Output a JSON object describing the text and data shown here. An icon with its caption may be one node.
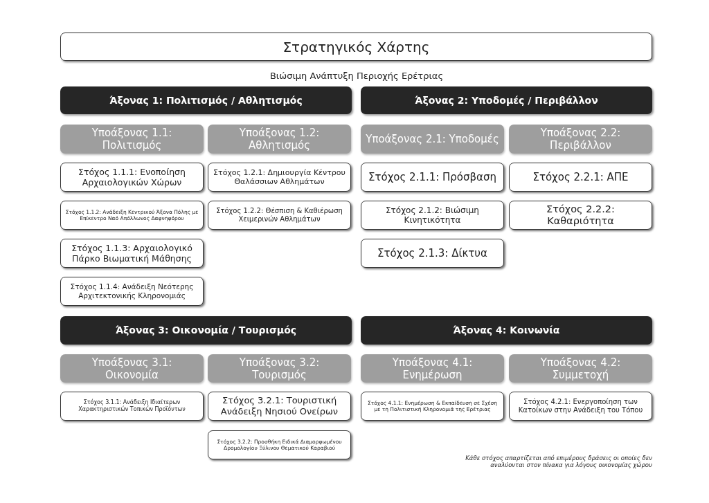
{
  "diagram": {
    "nodes": [
      {
        "text": [
          "Στρατηγικός Χάρτης"
        ]
      },
      {
        "text": [
          "Άξονας 1: Πολιτισμός / Αθλητισμός"
        ]
      },
      {
        "text": [
          "Άξονας 2: Υποδομές / Περιβάλλον"
        ]
      },
      {
        "text": [
          "Υποάξονας 1.1: Πολιτισμός"
        ]
      },
      {
        "text": [
          "Υποάξονας 1.2: Αθλητισμός"
        ]
      },
      {
        "text": [
          "Υποάξονας 2.1: Υποδομές"
        ]
      },
      {
        "text": [
          "Υποάξονας 2.2: Περιβάλλον"
        ]
      },
      {
        "text": [
          "Στόχος 1.1.1: Ενοποίηση Αρχαιολογικών Χώρων"
        ]
      },
      {
        "text": [
          "Στόχος 1.2.1: Δημιουργία Κέντρου Θαλάσσιων Αθλημάτων"
        ]
      },
      {
        "text": [
          "Στόχος 2.1.1: Πρόσβαση"
        ]
      },
      {
        "text": [
          "Στόχος 2.2.1: ΑΠΕ"
        ]
      },
      {
        "text": [
          "Στόχος 1.1.2: Ανάδειξη Κεντρικού Άξονα Πόλης με Επίκεντρο Ναό Απόλλωνος Δαφνηφόρου"
        ]
      },
      {
        "text": [
          "Στόχος 1.2.2: Θέσπιση & Καθιέρωση Χειμερινών Αθλημάτων"
        ]
      },
      {
        "text": [
          "Στόχος 2.1.2: Βιώσιμη Κινητικότητα"
        ]
      },
      {
        "text": [
          "Στόχος 2.2.2: Καθαριότητα"
        ]
      },
      {
        "text": [
          "Στόχος 1.1.3: Αρχαιολογικό Πάρκο Βιωματική Μάθησης"
        ]
      },
      {
        "text": [
          "Στόχος 2.1.3: Δίκτυα"
        ]
      },
      {
        "text": [
          "Στόχος 1.1.4: Ανάδειξη Νεότερης Αρχιτεκτονικής Κληρονομιάς"
        ]
      },
      {
        "text": [
          "Άξονας 3: Οικονομία / Τουρισμός"
        ]
      },
      {
        "text": [
          "Άξονας 4: Κοινωνία"
        ]
      },
      {
        "text": [
          "Υποάξονας 3.1: Οικονομία"
        ]
      },
      {
        "text": [
          "Υποάξονας 3.2: Τουρισμός"
        ]
      },
      {
        "text": [
          "Υποάξονας 4.1: Ενημέρωση"
        ]
      },
      {
        "text": [
          "Υποάξονας 4.2: Συμμετοχή"
        ]
      },
      {
        "text": [
          "Στόχος 3.1.1: Ανάδειξη Ιδιαίτερων Χαρακτηριστικών Τοπικών Προϊόντων"
        ]
      },
      {
        "text": [
          "Στόχος 3.2.1: Τουριστική Ανάδειξη Νησιού Ονείρων"
        ]
      },
      {
        "text": [
          "Στόχος 4.1.1: Ενημέρωση & Εκπαίδευση σε Σχέση με τη Πολιτιστική Κληρονομιά της Ερέτριας"
        ]
      },
      {
        "text": [
          "Στόχος 4.2.1: Ενεργοποίηση των Κατοίκων στην Ανάδειξη του Τόπου"
        ]
      },
      {
        "text": [
          "Στόχος 3.2.2: Προσθήκη Ειδικά Διαμορφωμένου Δρομολογίου Ξύλινου Θεματικού Καραβιού"
        ]
      }
    ],
    "labels": [
      "Βιώσιμη Ανάπτυξη Περιοχής Ερέτριας",
      "Κάθε στόχος απαρτίζεται από επιμέρους δράσεις οι οποίες δεν αναλύονται στον πίνακα για λόγους οικονομίας χώρου"
    ]
  }
}
